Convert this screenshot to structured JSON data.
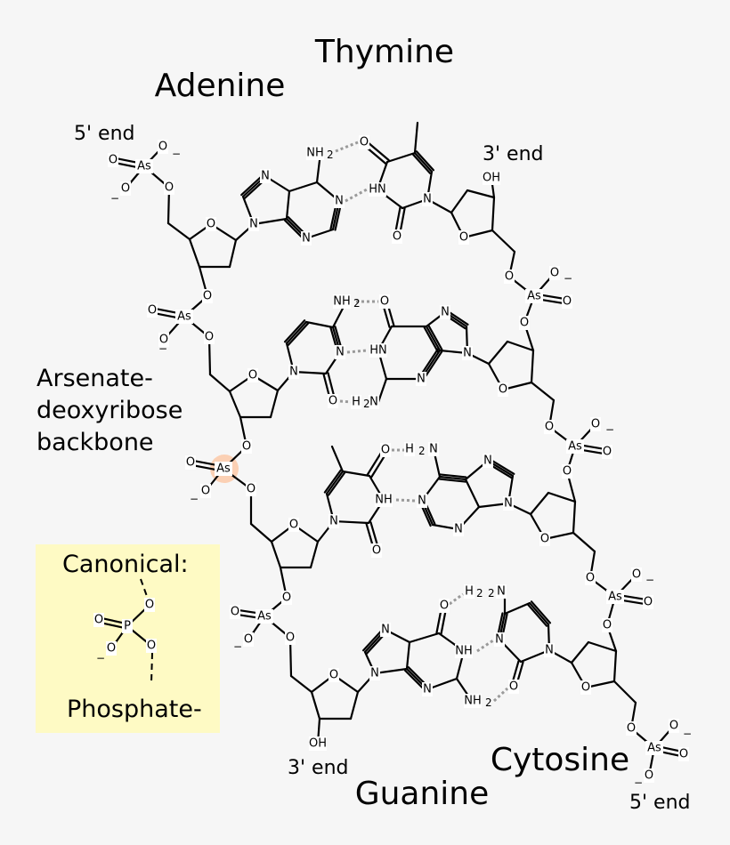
{
  "labels": {
    "thymine": "Thymine",
    "adenine": "Adenine",
    "cytosine": "Cytosine",
    "guanine": "Guanine",
    "five_end_top": "5' end",
    "three_end_top": "3' end",
    "three_end_bottom": "3' end",
    "five_end_bottom": "5' end",
    "backbone_line1": "Arsenate-",
    "backbone_line2": "deoxyribose",
    "backbone_line3": "backbone",
    "canonical": "Canonical:",
    "phosphate": "Phosphate-"
  },
  "atoms": {
    "as": "As",
    "p": "P",
    "o": "O",
    "n": "N",
    "nh": "NH",
    "hn": "HN",
    "oh": "OH",
    "h": "H",
    "two": "2",
    "minus": "−"
  },
  "colors": {
    "background": "#f6f6f6",
    "highlight": "#fbd0b4",
    "inset": "#fefac4",
    "hbond": "#9a9a9a"
  }
}
